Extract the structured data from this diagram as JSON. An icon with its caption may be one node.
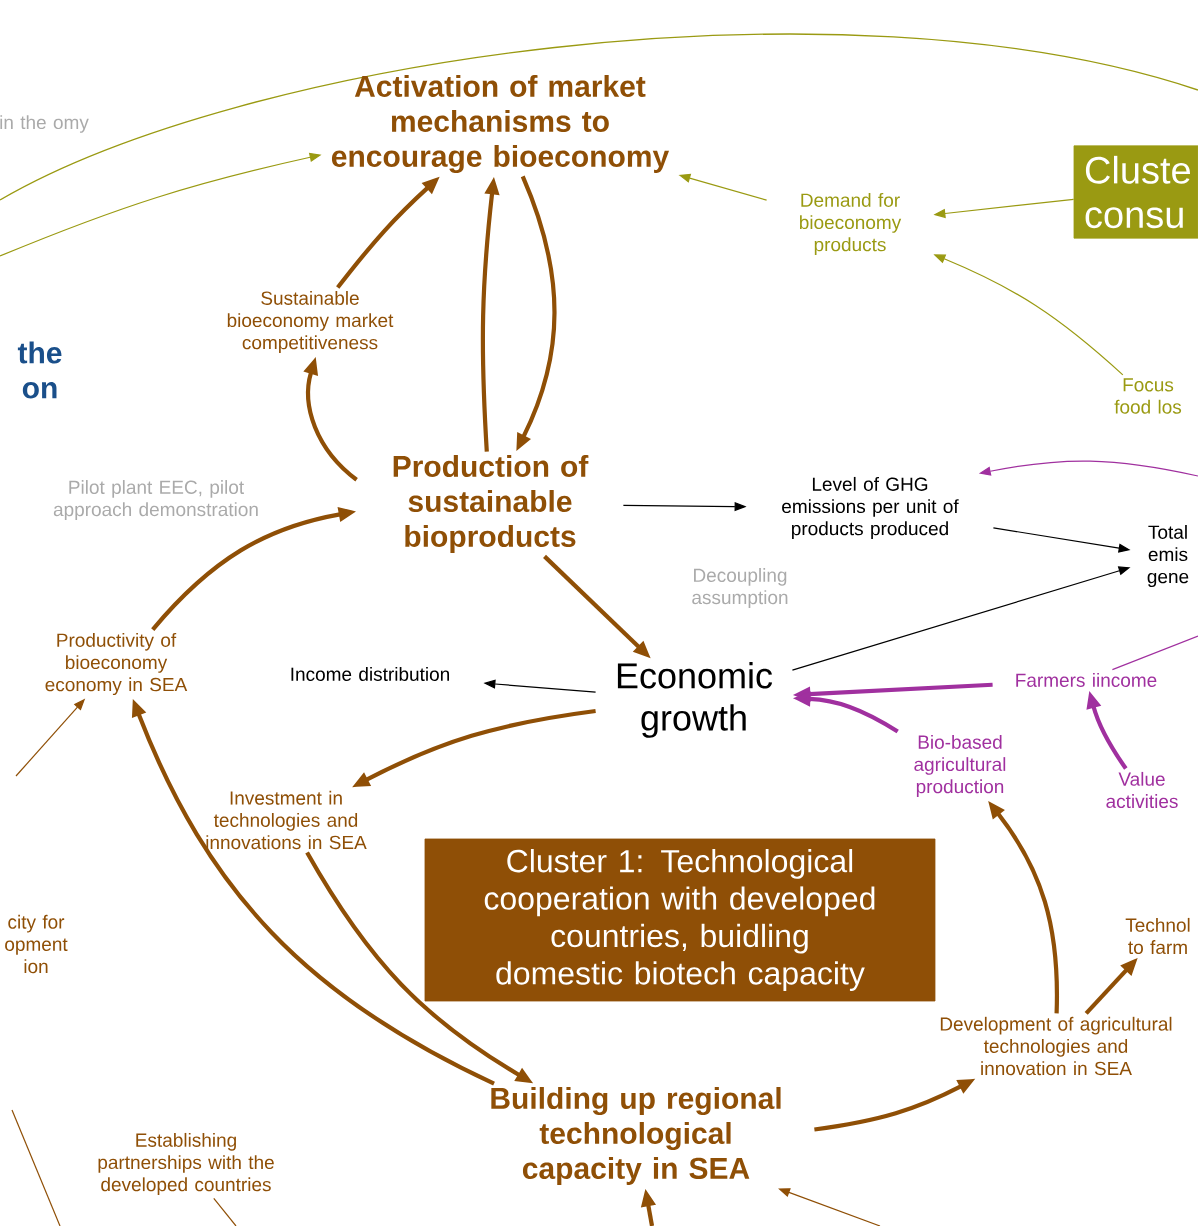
{
  "diagram": {
    "nodes": [
      {
        "text": [
          "Activation of market mechanisms to encourage bioeconomy"
        ]
      },
      {
        "text": [
          "Sustainable bioeconomy market competitiveness"
        ]
      },
      {
        "text": [
          "Production of sustainable bioproducts"
        ]
      },
      {
        "text": [
          "Demand for bioeconomy products"
        ]
      },
      {
        "text": [
          "Cluste consu"
        ]
      },
      {
        "text": [
          "Focus food los"
        ]
      },
      {
        "text": [
          "Level of GHG emissions per unit of products produced"
        ]
      },
      {
        "text": [
          "Total emis gene"
        ]
      },
      {
        "text": [
          "Economic growth"
        ]
      },
      {
        "text": [
          "Income distribution"
        ]
      },
      {
        "text": [
          "Farmers iincome"
        ]
      },
      {
        "text": [
          "Bio-based agricultural production"
        ]
      },
      {
        "text": [
          "Value activities"
        ]
      },
      {
        "text": [
          "Productivity of bioeconomy economy in SEA"
        ]
      },
      {
        "text": [
          "Investment in technologies and innovations in SEA"
        ]
      },
      {
        "text": [
          "Cluster 1: Technological cooperation with developed countries, buidling domestic biotech capacity"
        ]
      },
      {
        "text": [
          "Building up regional technological capacity in SEA"
        ]
      },
      {
        "text": [
          "Development of agricultural technologies and innovation in SEA"
        ]
      },
      {
        "text": [
          "Technol to farm"
        ]
      },
      {
        "text": [
          "Establishing partnerships with the developed countries"
        ]
      },
      {
        "text": [
          "city for opment ion"
        ]
      }
    ],
    "edges": [
      {
        "from": 1,
        "to": 0,
        "arrow": "to"
      },
      {
        "from": 2,
        "to": 1,
        "arrow": "to"
      },
      {
        "from": 2,
        "to": 0,
        "arrow": "to"
      },
      {
        "from": 0,
        "to": 2,
        "arrow": "to"
      },
      {
        "from": 3,
        "to": 0,
        "arrow": "to",
        "color": "#9a9a12"
      },
      {
        "from": 4,
        "to": 3,
        "arrow": "to",
        "color": "#9a9a12"
      },
      {
        "from": 5,
        "to": 3,
        "arrow": "to",
        "color": "#9a9a12"
      },
      {
        "from": null,
        "to": 0,
        "arrow": "to",
        "color": "#9a9a12"
      },
      {
        "from": 2,
        "to": 6,
        "arrow": "to",
        "color": "#000000"
      },
      {
        "from": 6,
        "to": 7,
        "arrow": "to",
        "color": "#000000"
      },
      {
        "from": 8,
        "to": 7,
        "arrow": "to",
        "color": "#000000"
      },
      {
        "from": 2,
        "to": 8,
        "arrow": "to"
      },
      {
        "from": 8,
        "to": 9,
        "arrow": "to",
        "color": "#000000"
      },
      {
        "from": 10,
        "to": 8,
        "arrow": "to",
        "color": "#a0309f"
      },
      {
        "from": 11,
        "to": 8,
        "arrow": "to",
        "color": "#a0309f"
      },
      {
        "from": 12,
        "to": 10,
        "arrow": "to",
        "color": "#a0309f"
      },
      {
        "from": null,
        "to": 6,
        "arrow": "to",
        "color": "#a0309f"
      },
      {
        "from": 10,
        "to": null,
        "arrow": "none",
        "color": "#a0309f"
      },
      {
        "from": 8,
        "to": 14,
        "arrow": "to"
      },
      {
        "from": 14,
        "to": 16,
        "arrow": "to"
      },
      {
        "from": 13,
        "to": 2,
        "arrow": "to"
      },
      {
        "from": 16,
        "to": 13,
        "arrow": "to"
      },
      {
        "from": null,
        "to": 13,
        "arrow": "to"
      },
      {
        "from": 16,
        "to": 17,
        "arrow": "to"
      },
      {
        "from": 17,
        "to": 11,
        "arrow": "to"
      },
      {
        "from": 17,
        "to": 18,
        "arrow": "to"
      },
      {
        "from": null,
        "to": 16,
        "arrow": "to"
      },
      {
        "from": null,
        "to": 16,
        "arrow": "to"
      },
      {
        "from": 19,
        "to": null,
        "arrow": "none"
      }
    ],
    "labels": [
      "in the omy",
      "the on",
      "Pilot plant EEC, pilot approach demonstration",
      "Decoupling assumption"
    ]
  }
}
